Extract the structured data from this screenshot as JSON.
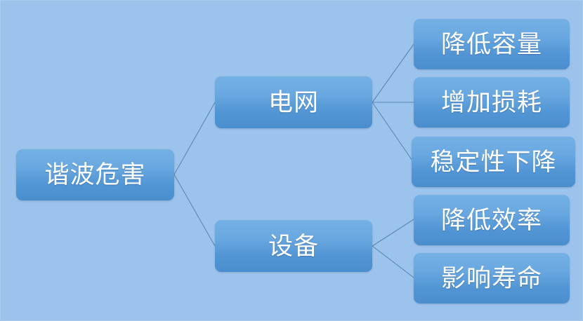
{
  "diagram": {
    "type": "mind-map",
    "title_node": "谐波危害",
    "background_color": "#9cc3ec",
    "node_fill_top": "#74b0e4",
    "node_fill_bottom": "#4a8ecd",
    "node_text_color": "#ffffff",
    "connector_color": "#5c85b4",
    "root": {
      "label": "谐波危害"
    },
    "branches": [
      {
        "label": "电网",
        "children": [
          {
            "label": "降低容量"
          },
          {
            "label": "增加损耗"
          },
          {
            "label": "稳定性下降"
          }
        ]
      },
      {
        "label": "设备",
        "children": [
          {
            "label": "降低效率"
          },
          {
            "label": "影响寿命"
          }
        ]
      }
    ]
  }
}
